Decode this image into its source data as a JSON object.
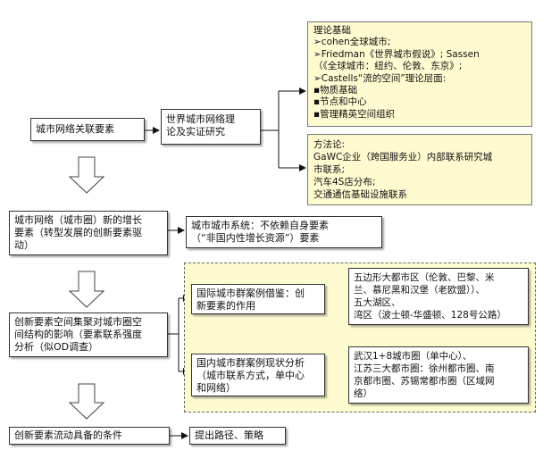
{
  "diagram": {
    "b_network_elements": "城市网络关联要素",
    "b_world_city_research": [
      "世界城市网络理",
      "论及实证研究"
    ],
    "theory": {
      "lines": [
        "理论基础",
        "➢cohen全球城市;",
        "➢Friedman《世界城市假说》; Sassen",
        "（《全球城市：纽约、伦敦、东京》;",
        "➢Castells“流的空间”理论层面:",
        "▪物质基础",
        "▪节点和中心",
        "▪管理精英空间组织"
      ]
    },
    "method": {
      "lines": [
        "方法论:",
        "GaWC企业（跨国服务业）内部联系研究城",
        "市联系;",
        "汽车4S店分布;",
        "交通通信基础设施联系"
      ]
    },
    "b_growth": [
      "城市网络（城市圈）新的增长",
      "要素（转型发展的创新要素驱",
      "动）"
    ],
    "b_system": [
      "城市城市系统：不依赖自身要素",
      "（“非国内性增长资源”）要素"
    ],
    "b_intl": [
      "国际城市群案例借鉴：创",
      "新要素的作用"
    ],
    "b_intl_detail": [
      "五边形大都市区（伦敦、巴黎、米",
      "兰、慕尼黑和汉堡（老欧盟））、",
      "五大湖区、",
      "湾区（波士顿-华盛顿、128号公路）"
    ],
    "b_domestic": [
      "国内城市群案例现状分析",
      "（城市联系方式，单中心",
      "和网络）"
    ],
    "b_domestic_detail": [
      "武汉1+8城市圈（单中心）、",
      "江苏三大都市圈：徐州都市圈、南",
      "京都市圈、苏锡常都市圈（区域网",
      "络）"
    ],
    "b_spatial": [
      "创新要素空间集聚对城市圈空",
      "间结构的影响（要素联系强度",
      "分析（似OD调查）"
    ],
    "b_conditions": "创新要素流动具备的条件",
    "b_path": "提出路径、策略"
  }
}
